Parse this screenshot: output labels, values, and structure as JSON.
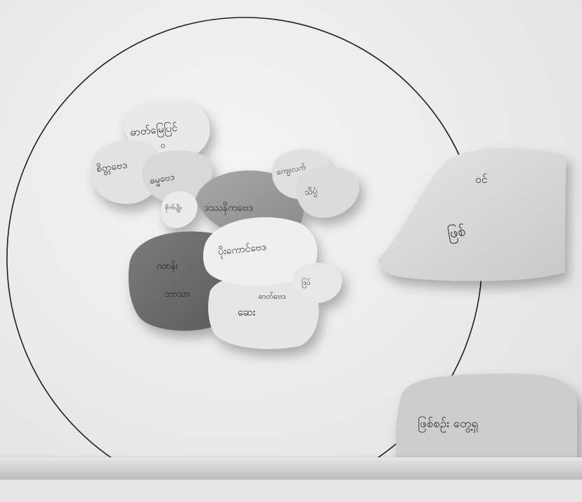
{
  "scene": {
    "background": "#ececec",
    "outline_color": "#1e1e1e",
    "cards": [
      {
        "id": "card-top-left",
        "text": "ဓာတ်မြေပြင်",
        "sub": "ဝ",
        "tone": "#e8e8e8"
      },
      {
        "id": "card-left",
        "text": "စိတ္တဗေဒ",
        "tone": "#e3e3e3"
      },
      {
        "id": "card-left-center",
        "text": "ဓမ္မဗေဒ",
        "tone": "#d7d7d7"
      },
      {
        "id": "card-small-left",
        "text": "စိုက်ပျိုး",
        "tone": "#e9e9e9"
      },
      {
        "id": "card-dark-middle",
        "text": "ဒဿနိကဗေဒ",
        "tone": "#9a9a9a"
      },
      {
        "id": "card-dark-large",
        "text": "ဂဏန်း",
        "sub": "ဘာသာ",
        "tone": "#6e6e6e"
      },
      {
        "id": "card-center",
        "text": "ပိုးကောင်ဗေဒ",
        "tone": "#ececec"
      },
      {
        "id": "card-bottom-center",
        "text": "ဆေး",
        "sub": "ဓာတ်ဗေဒ",
        "tone": "#e7e7e7"
      },
      {
        "id": "card-tiny-right",
        "text": "ဒြပ်",
        "tone": "#e5e5e5"
      },
      {
        "id": "card-upper-right-a",
        "text": "ကျေးလက်",
        "tone": "#e1e1e1"
      },
      {
        "id": "card-upper-right-b",
        "text": "သိပ္ပံ",
        "tone": "#dadada"
      },
      {
        "id": "card-right-bent",
        "text": "ဖြစ်",
        "sub": "ဝင်",
        "tone": "#d9d9d9"
      },
      {
        "id": "card-bottom-right",
        "text": "ဖြစ်စဉ်း တွေ့ရှ",
        "tone": "#cfcfcf"
      }
    ]
  }
}
